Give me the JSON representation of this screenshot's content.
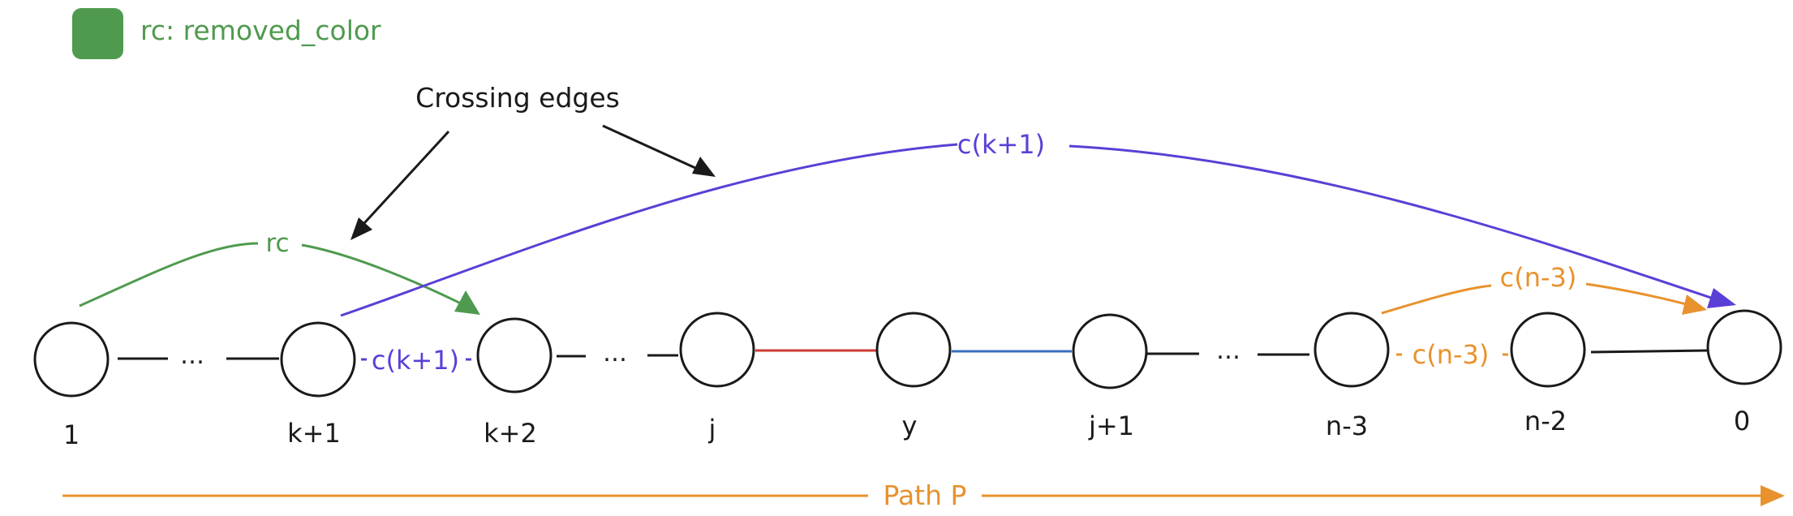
{
  "colors": {
    "green": "#4f9a4f",
    "purple": "#5b3fd6",
    "orange": "#e8922d",
    "red": "#cc3b32",
    "blue": "#3a6fbf",
    "black": "#1a1a1a"
  },
  "legend": {
    "label": "rc: removed_color"
  },
  "annotation": {
    "crossing_edges": "Crossing edges"
  },
  "nodes": [
    {
      "id": "n1",
      "label": "1"
    },
    {
      "id": "nk1",
      "label": "k+1"
    },
    {
      "id": "nk2",
      "label": "k+2"
    },
    {
      "id": "nj",
      "label": "j"
    },
    {
      "id": "ny",
      "label": "y"
    },
    {
      "id": "nj1",
      "label": "j+1"
    },
    {
      "id": "nn3",
      "label": "n-3"
    },
    {
      "id": "nn2",
      "label": "n-2"
    },
    {
      "id": "n0",
      "label": "0"
    }
  ],
  "edge_labels": {
    "ellipsis": "…",
    "ck1_inline": "c(k+1)",
    "cn3_inline": "c(n-3)",
    "rc_arc": "rc",
    "ck1_arc": "c(k+1)",
    "cn3_arc": "c(n-3)"
  },
  "path": {
    "label": "Path P"
  }
}
